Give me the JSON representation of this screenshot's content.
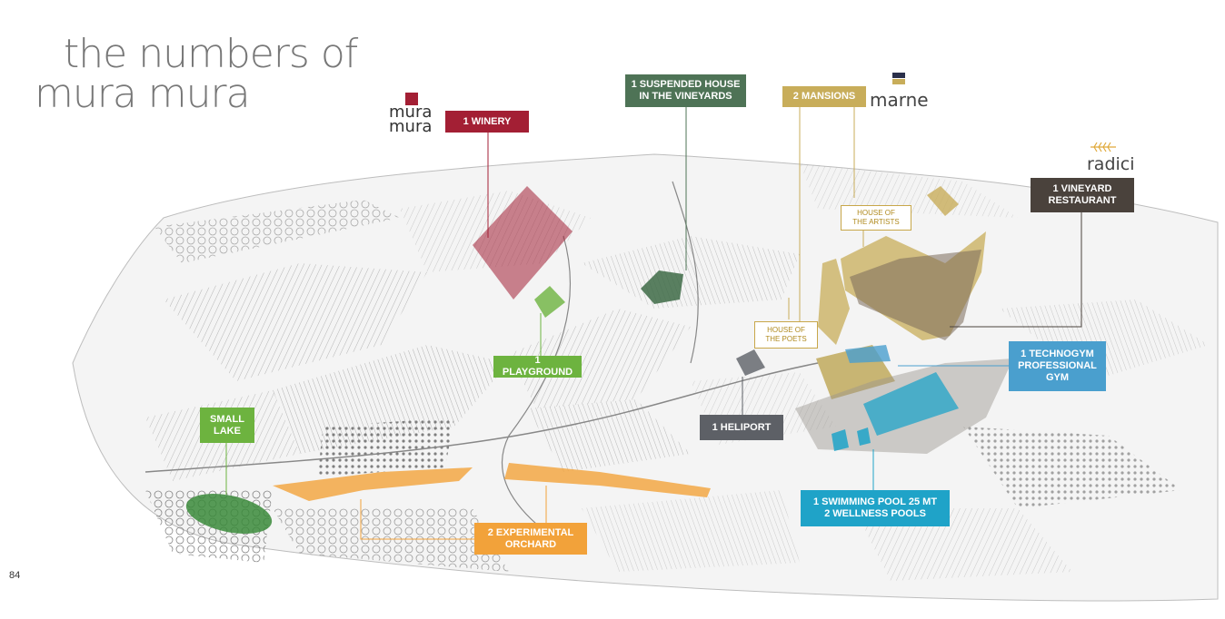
{
  "title": {
    "line1": "the numbers of",
    "line2": "mura mura"
  },
  "page_number": "84",
  "brands": {
    "muramura": {
      "line1": "mura",
      "line2": "mura"
    },
    "marne": "marne",
    "radici": "radici"
  },
  "labels": {
    "winery": "1 WINERY",
    "suspended_house": "1 SUSPENDED HOUSE\nIN THE VINEYARDS",
    "mansions": "2 MANSIONS",
    "vineyard_restaurant": "1 VINEYARD\nRESTAURANT",
    "house_artists": "HOUSE OF\nTHE ARTISTS",
    "house_poets": "HOUSE OF\nTHE POETS",
    "playground": "1 PLAYGROUND",
    "technogym": "1 TECHNOGYM\nPROFESSIONAL\nGYM",
    "heliport": "1 HELIPORT",
    "small_lake": "SMALL\nLAKE",
    "experimental_orchard": "2 EXPERIMENTAL\nORCHARD",
    "swimming_pool": "1 SWIMMING POOL 25 mt\n2 WELLNESS POOLS"
  },
  "colors": {
    "winery": "#a31f34",
    "suspended_house": "#4e7356",
    "mansions": "#c8ad5a",
    "restaurant": "#4a423c",
    "playground": "#6db33f",
    "technogym": "#4a9fce",
    "heliport": "#5d6066",
    "lake": "#6db33f",
    "orchard": "#f2a23a",
    "pool": "#1fa3c8",
    "title": "#777777"
  }
}
